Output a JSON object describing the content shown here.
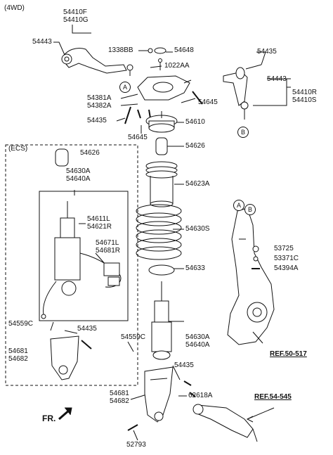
{
  "header": {
    "variant": "(4WD)"
  },
  "ecs_box": {
    "title": "(ECS)"
  },
  "labels": {
    "p54410F": "54410F",
    "p54410G": "54410G",
    "p54443_left": "54443",
    "p1338BB": "1338BB",
    "p54648": "54648",
    "p1022AA": "1022AA",
    "p54435_top": "54435",
    "p54443_right": "54443",
    "p54410R": "54410R",
    "p54410S": "54410S",
    "p54381A": "54381A",
    "p54382A": "54382A",
    "p54645_right": "54645",
    "p54435_mid": "54435",
    "p54610": "54610",
    "p54645_mid": "54645",
    "p54626_ecs": "54626",
    "p54626_main": "54626",
    "p54630A_ecs": "54630A",
    "p54640A_ecs": "54640A",
    "p54623A": "54623A",
    "p54611L": "54611L",
    "p54621R": "54621R",
    "p54630S": "54630S",
    "p54671L": "54671L",
    "p54681R_ecs": "54681R",
    "p53725": "53725",
    "p53371C": "53371C",
    "p54394A": "54394A",
    "p54633": "54633",
    "p54559C_ecs": "54559C",
    "p54435_ecs": "54435",
    "p54681_ecs": "54681",
    "p54682_ecs": "54682",
    "p54559C_main": "54559C",
    "p54630A_main": "54630A",
    "p54640A_main": "54640A",
    "p54435_low": "54435",
    "p54681_main": "54681",
    "p54682_main": "54682",
    "p62618A": "62618A",
    "p52793": "52793",
    "ref_knuckle": "REF.50-517",
    "ref_arm": "REF.54-545",
    "front": "FR."
  },
  "callouts": {
    "a_upper": "A",
    "b_upper": "B",
    "a_knuckle": "A",
    "b_knuckle": "B"
  }
}
